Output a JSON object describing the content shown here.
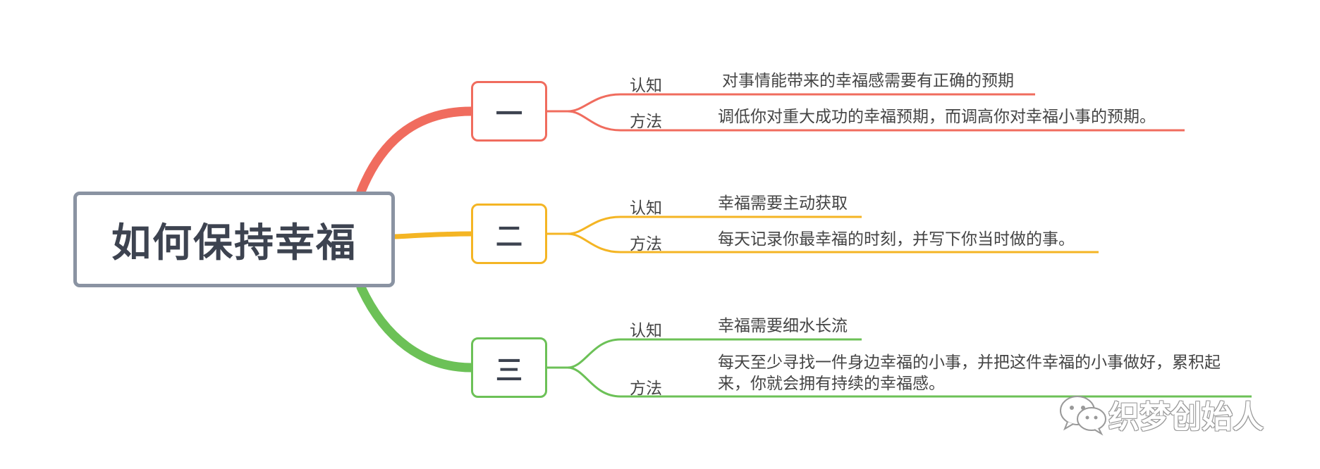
{
  "root": {
    "title": "如何保持幸福"
  },
  "branches": [
    {
      "label": "一",
      "color": "#f06c5e",
      "items": [
        {
          "label": "认知",
          "text": "对事情能带来的幸福感需要有正确的预期"
        },
        {
          "label": "方法",
          "text": "调低你对重大成功的幸福预期，而调高你对幸福小事的预期。"
        }
      ]
    },
    {
      "label": "二",
      "color": "#f4b524",
      "items": [
        {
          "label": "认知",
          "text": "幸福需要主动获取"
        },
        {
          "label": "方法",
          "text": "每天记录你最幸福的时刻，并写下你当时做的事。"
        }
      ]
    },
    {
      "label": "三",
      "color": "#6cc157",
      "items": [
        {
          "label": "认知",
          "text": "幸福需要细水长流"
        },
        {
          "label": "方法",
          "text": "每天至少寻找一件身边幸福的小事，并把这件幸福的小事做好，累积起来，你就会拥有持续的幸福感。"
        }
      ]
    }
  ],
  "watermark": {
    "text": "织梦创始人",
    "icon": "wechat-icon"
  }
}
